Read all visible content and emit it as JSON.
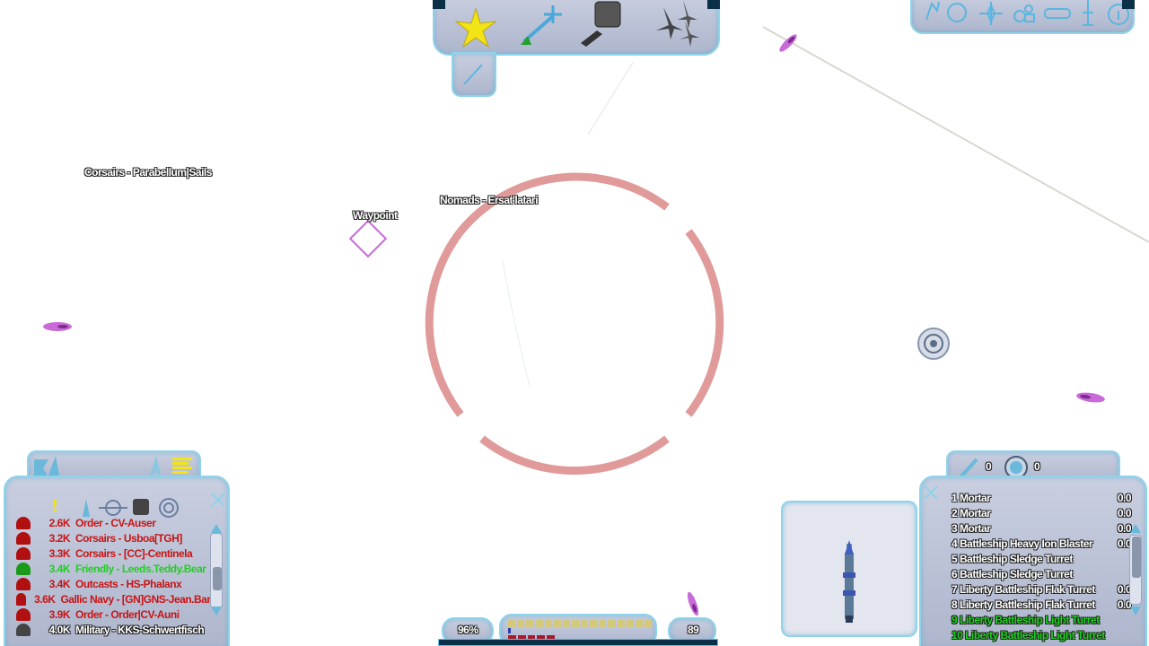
{
  "world_labels": {
    "corsairs": "Corsairs - Parabellum|Sails",
    "nomads": "Nomads - Ersat'latari",
    "waypoint": "Waypoint"
  },
  "target_list": {
    "rows": [
      {
        "dist": "2.6K",
        "name": "Order - CV-Auser",
        "color": "#c81414",
        "icon_color": "#b01010"
      },
      {
        "dist": "3.2K",
        "name": "Corsairs - Usboa[TGH]",
        "color": "#c81414",
        "icon_color": "#b01010"
      },
      {
        "dist": "3.3K",
        "name": "Corsairs - [CC]-Centinela",
        "color": "#c81414",
        "icon_color": "#b01010"
      },
      {
        "dist": "3.4K",
        "name": "Friendly - Leeds.Teddy.Bear",
        "color": "#1fd01f",
        "icon_color": "#1a9a1a"
      },
      {
        "dist": "3.4K",
        "name": "Outcasts - HS-Phalanx",
        "color": "#c81414",
        "icon_color": "#b01010"
      },
      {
        "dist": "3.6K",
        "name": "Gallic Navy - [GN]GNS-Jean.Bart",
        "color": "#c81414",
        "icon_color": "#b01010"
      },
      {
        "dist": "3.9K",
        "name": "Order - Order|CV-Auni",
        "color": "#c81414",
        "icon_color": "#b01010"
      },
      {
        "dist": "4.0K",
        "name": "Military - KKS-Schwertfisch",
        "color": "#ffffff",
        "icon_color": "#444444"
      }
    ]
  },
  "equipment": {
    "repair_count": "0",
    "battery_count": "0",
    "weapons": [
      {
        "name": "1 Mortar",
        "value": "0.0",
        "color": "#ffffff"
      },
      {
        "name": "2 Mortar",
        "value": "0.0",
        "color": "#ffffff"
      },
      {
        "name": "3 Mortar",
        "value": "0.0",
        "color": "#ffffff"
      },
      {
        "name": "4 Battleship Heavy Ion Blaster",
        "value": "0.0",
        "color": "#ffffff"
      },
      {
        "name": "5 Battleship Sledge Turret",
        "value": "",
        "color": "#ffffff"
      },
      {
        "name": "6 Battleship Sledge Turret",
        "value": "",
        "color": "#ffffff"
      },
      {
        "name": "7 Liberty Battleship Flak Turret",
        "value": "0.0",
        "color": "#ffffff"
      },
      {
        "name": "8 Liberty Battleship Flak Turret",
        "value": "0.0",
        "color": "#ffffff"
      },
      {
        "name": "9 Liberty Battleship Light Turret",
        "value": "",
        "color": "#1fd01f"
      },
      {
        "name": "10 Liberty Battleship Light Turret",
        "value": "",
        "color": "#1fd01f"
      }
    ]
  },
  "status": {
    "hull_percent": "96%",
    "speed": "89"
  },
  "colors": {
    "reticle": "#e09a9a",
    "waypoint": "#c86ad8",
    "panel_border": "#8fd3ea",
    "energy_bar": "#d4c97a",
    "shield_bar": "#a8182a"
  }
}
